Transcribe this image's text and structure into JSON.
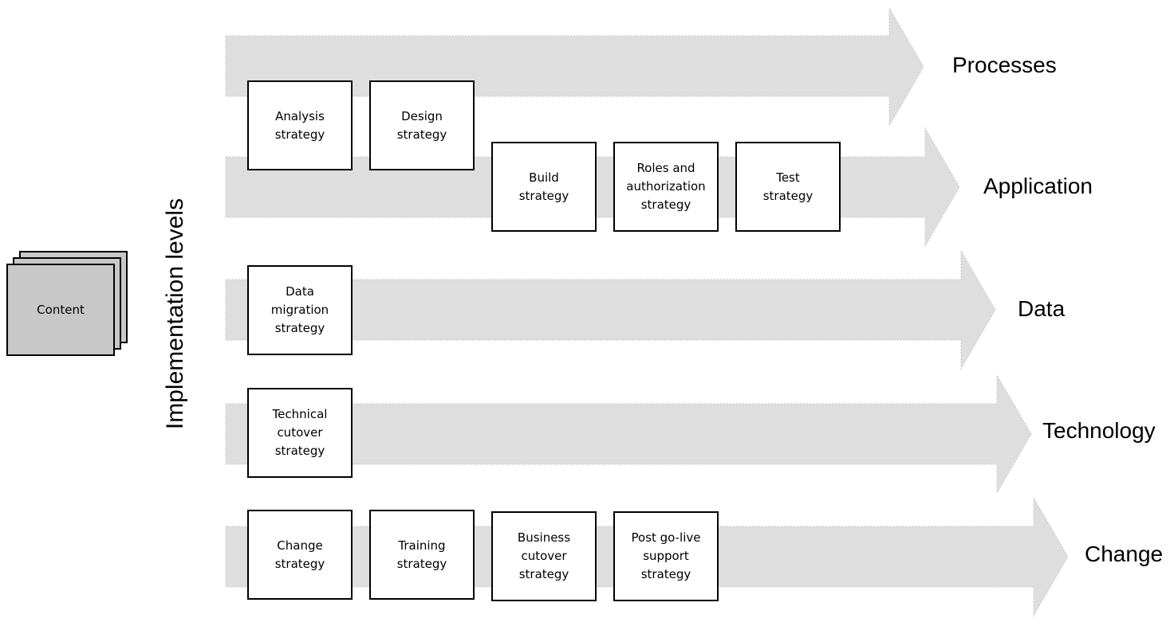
{
  "content_stack": {
    "label": "Content"
  },
  "axis_title": "Implementation levels",
  "lanes": [
    {
      "label": "Processes",
      "boxes": [
        "Analysis\nstrategy",
        "Design\nstrategy"
      ]
    },
    {
      "label": "Application",
      "boxes": [
        "Build\nstrategy",
        "Roles and\nauthorization\nstrategy",
        "Test\nstrategy"
      ]
    },
    {
      "label": "Data",
      "boxes": [
        "Data\nmigration\nstrategy"
      ]
    },
    {
      "label": "Technology",
      "boxes": [
        "Technical\ncutover\nstrategy"
      ]
    },
    {
      "label": "Change",
      "boxes": [
        "Change\nstrategy",
        "Training\nstrategy",
        "Business\ncutover\nstrategy",
        "Post go-live\nsupport\nstrategy"
      ]
    }
  ]
}
